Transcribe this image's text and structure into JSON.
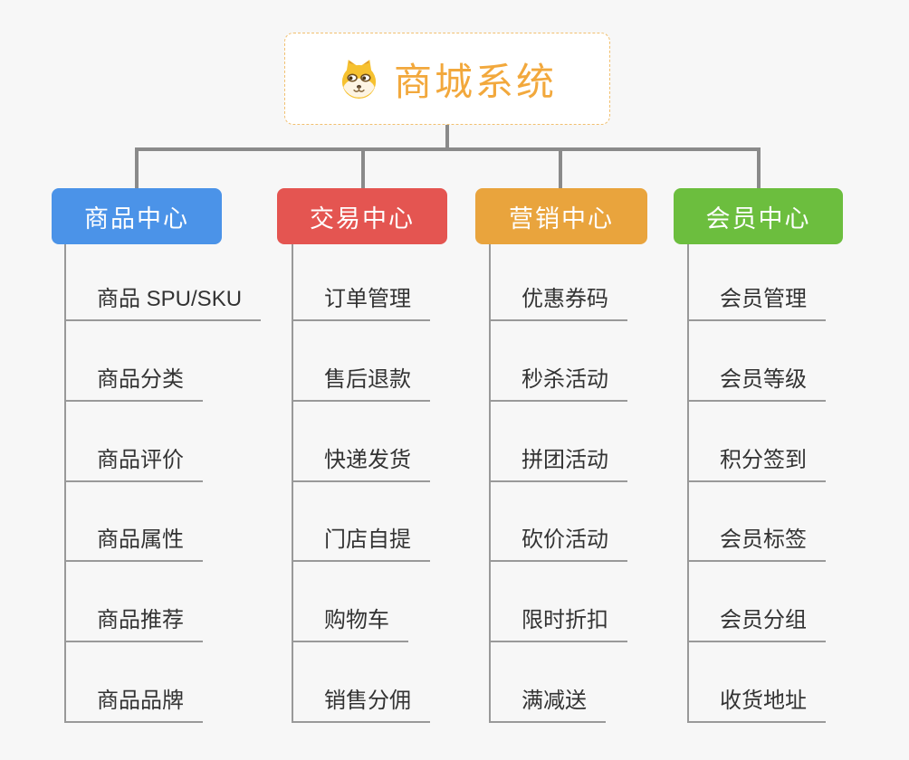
{
  "canvas": {
    "background": "#F7F7F7",
    "connector_color": "#8A8A8A",
    "underline_color": "#999999"
  },
  "root": {
    "title": "商城系统",
    "icon": "shiba-dog-icon",
    "text_color": "#F2A83C",
    "border_color": "#F1C070"
  },
  "branches": [
    {
      "id": "product-center",
      "label": "商品中心",
      "color": "#4B93E8",
      "items": [
        "商品 SPU/SKU",
        "商品分类",
        "商品评价",
        "商品属性",
        "商品推荐",
        "商品品牌"
      ]
    },
    {
      "id": "trade-center",
      "label": "交易中心",
      "color": "#E45551",
      "items": [
        "订单管理",
        "售后退款",
        "快递发货",
        "门店自提",
        "购物车",
        "销售分佣"
      ]
    },
    {
      "id": "marketing-center",
      "label": "营销中心",
      "color": "#E9A43D",
      "items": [
        "优惠券码",
        "秒杀活动",
        "拼团活动",
        "砍价活动",
        "限时折扣",
        "满减送"
      ]
    },
    {
      "id": "member-center",
      "label": "会员中心",
      "color": "#6CBE3E",
      "items": [
        "会员管理",
        "会员等级",
        "积分签到",
        "会员标签",
        "会员分组",
        "收货地址"
      ]
    }
  ]
}
